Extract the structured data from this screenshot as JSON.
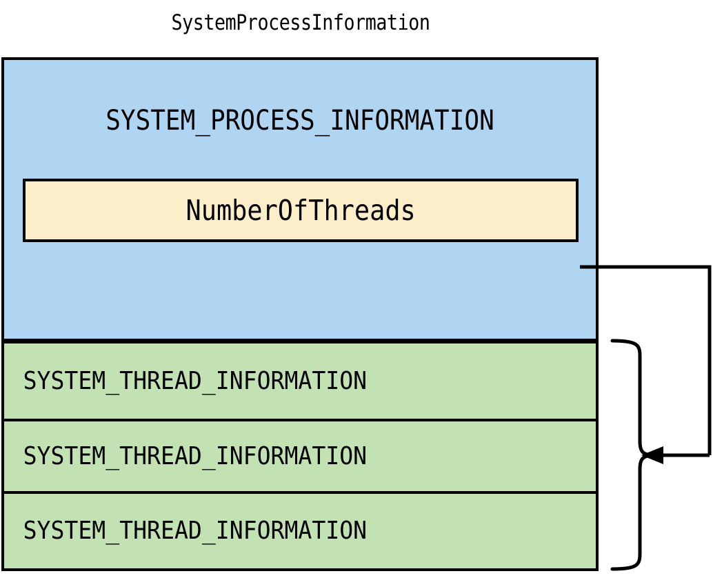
{
  "diagram": {
    "title": "SystemProcessInformation",
    "process_block": {
      "label": "SYSTEM_PROCESS_INFORMATION",
      "fill_color": "#b0d5f2",
      "border_color": "#000000"
    },
    "field": {
      "label": "NumberOfThreads",
      "fill_color": "#fdeeca",
      "border_color": "#000000"
    },
    "thread_blocks": [
      {
        "label": "SYSTEM_THREAD_INFORMATION",
        "fill_color": "#c3e2b4"
      },
      {
        "label": "SYSTEM_THREAD_INFORMATION",
        "fill_color": "#c3e2b4"
      },
      {
        "label": "SYSTEM_THREAD_INFORMATION",
        "fill_color": "#c3e2b4"
      }
    ],
    "connector": {
      "description": "NumberOfThreads count points to the array of SYSTEM_THREAD_INFORMATION entries",
      "stroke_color": "#000000",
      "arrow_direction": "left"
    }
  }
}
